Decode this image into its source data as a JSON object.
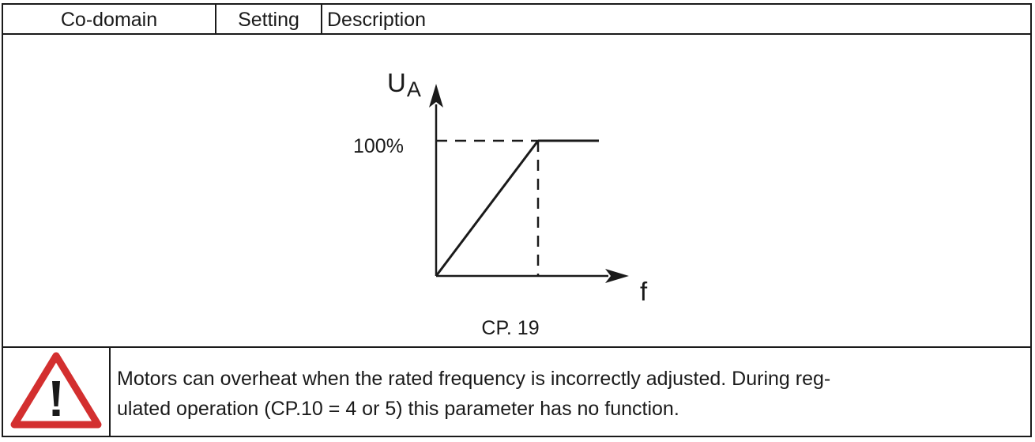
{
  "table": {
    "headers": {
      "codomain": "Co-domain",
      "setting": "Setting",
      "description": "Description"
    }
  },
  "diagram": {
    "y_axis_label_main": "U",
    "y_axis_label_sub": "A",
    "x_axis_label": "f",
    "level_label": "100%",
    "caption": "CP. 19"
  },
  "warning": {
    "icon": "warning-triangle-icon",
    "icon_color": "#d32f2f",
    "line1": "Motors can overheat when the rated frequency is incorrectly adjusted. During reg-",
    "line2": "ulated operation (CP.10 = 4 or 5) this parameter has no function."
  }
}
